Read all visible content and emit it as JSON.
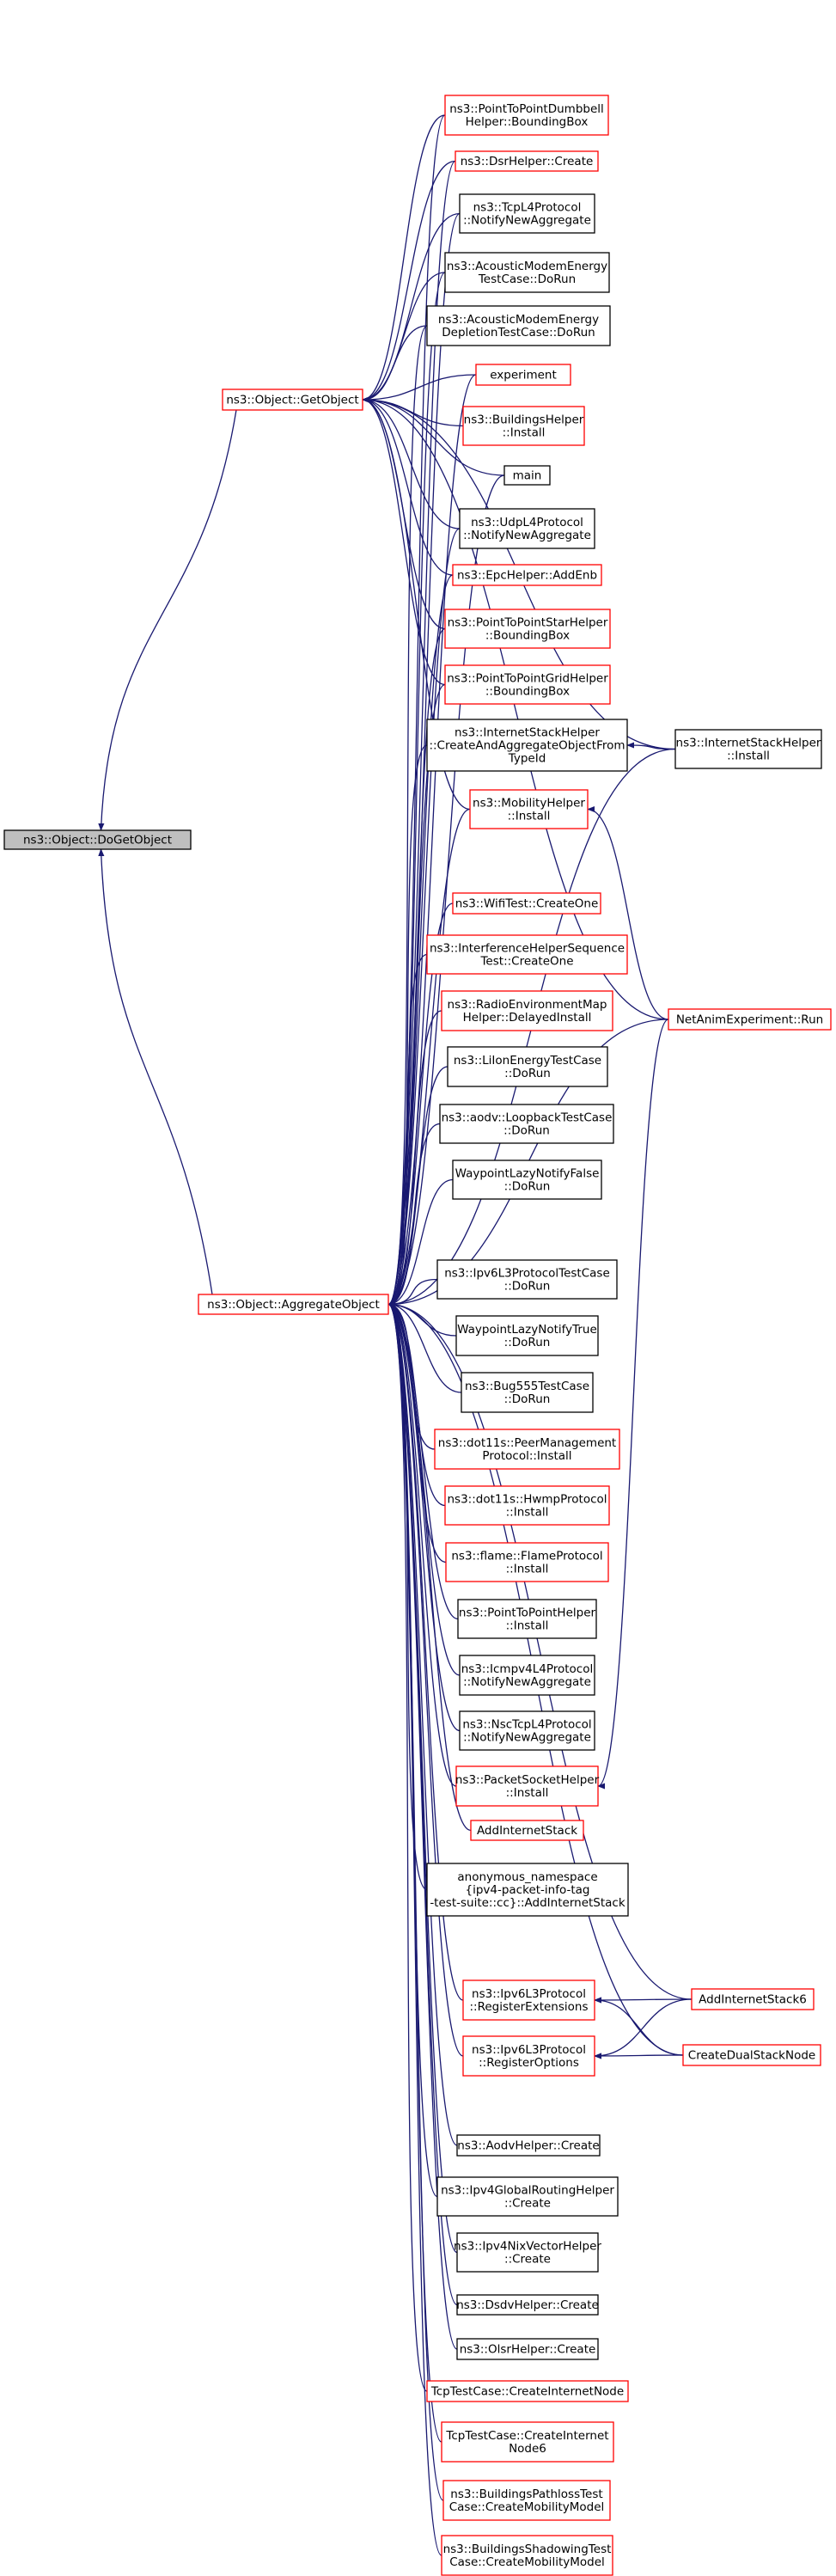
{
  "colors": {
    "edge": "#191970",
    "linked_border": "#ff0000",
    "plain_border": "#000000",
    "focus_fill": "#bfbfbf",
    "background": "#ffffff"
  },
  "nodes": [
    {
      "id": "doget",
      "lines": [
        "ns3::Object::DoGetObject"
      ],
      "style": "focus"
    },
    {
      "id": "getobj",
      "lines": [
        "ns3::Object::GetObject"
      ],
      "style": "red"
    },
    {
      "id": "aggobj",
      "lines": [
        "ns3::Object::AggregateObject"
      ],
      "style": "red"
    },
    {
      "id": "p2pdumbbell",
      "lines": [
        "ns3::PointToPointDumbbell",
        "Helper::BoundingBox"
      ],
      "style": "red"
    },
    {
      "id": "dsrhelper",
      "lines": [
        "ns3::DsrHelper::Create"
      ],
      "style": "red"
    },
    {
      "id": "tcpl4",
      "lines": [
        "ns3::TcpL4Protocol",
        "::NotifyNewAggregate"
      ],
      "style": "black"
    },
    {
      "id": "acousticenergy",
      "lines": [
        "ns3::AcousticModemEnergy",
        "TestCase::DoRun"
      ],
      "style": "black"
    },
    {
      "id": "acousticdepl",
      "lines": [
        "ns3::AcousticModemEnergy",
        "DepletionTestCase::DoRun"
      ],
      "style": "black"
    },
    {
      "id": "experiment",
      "lines": [
        "experiment"
      ],
      "style": "red"
    },
    {
      "id": "buildingshelper",
      "lines": [
        "ns3::BuildingsHelper",
        "::Install"
      ],
      "style": "red"
    },
    {
      "id": "main",
      "lines": [
        "main"
      ],
      "style": "black"
    },
    {
      "id": "udpl4",
      "lines": [
        "ns3::UdpL4Protocol",
        "::NotifyNewAggregate"
      ],
      "style": "black"
    },
    {
      "id": "epchelper",
      "lines": [
        "ns3::EpcHelper::AddEnb"
      ],
      "style": "red"
    },
    {
      "id": "p2pstar",
      "lines": [
        "ns3::PointToPointStarHelper",
        "::BoundingBox"
      ],
      "style": "red"
    },
    {
      "id": "p2pgrid",
      "lines": [
        "ns3::PointToPointGridHelper",
        "::BoundingBox"
      ],
      "style": "red"
    },
    {
      "id": "ishcreate",
      "lines": [
        "ns3::InternetStackHelper",
        "::CreateAndAggregateObjectFrom",
        "TypeId"
      ],
      "style": "black"
    },
    {
      "id": "mobilityinstall",
      "lines": [
        "ns3::MobilityHelper",
        "::Install"
      ],
      "style": "red"
    },
    {
      "id": "wifitest",
      "lines": [
        "ns3::WifiTest::CreateOne"
      ],
      "style": "red"
    },
    {
      "id": "interferenceseq",
      "lines": [
        "ns3::InterferenceHelperSequence",
        "Test::CreateOne"
      ],
      "style": "red"
    },
    {
      "id": "radioenv",
      "lines": [
        "ns3::RadioEnvironmentMap",
        "Helper::DelayedInstall"
      ],
      "style": "red"
    },
    {
      "id": "liion",
      "lines": [
        "ns3::LiIonEnergyTestCase",
        "::DoRun"
      ],
      "style": "black"
    },
    {
      "id": "aodvloop",
      "lines": [
        "ns3::aodv::LoopbackTestCase",
        "::DoRun"
      ],
      "style": "black"
    },
    {
      "id": "waypointfalse",
      "lines": [
        "WaypointLazyNotifyFalse",
        "::DoRun"
      ],
      "style": "black"
    },
    {
      "id": "ipv6l3test",
      "lines": [
        "ns3::Ipv6L3ProtocolTestCase",
        "::DoRun"
      ],
      "style": "black"
    },
    {
      "id": "waypointtrue",
      "lines": [
        "WaypointLazyNotifyTrue",
        "::DoRun"
      ],
      "style": "black"
    },
    {
      "id": "bug555",
      "lines": [
        "ns3::Bug555TestCase",
        "::DoRun"
      ],
      "style": "black"
    },
    {
      "id": "dot11speer",
      "lines": [
        "ns3::dot11s::PeerManagement",
        "Protocol::Install"
      ],
      "style": "red"
    },
    {
      "id": "dot11shwmp",
      "lines": [
        "ns3::dot11s::HwmpProtocol",
        "::Install"
      ],
      "style": "red"
    },
    {
      "id": "flame",
      "lines": [
        "ns3::flame::FlameProtocol",
        "::Install"
      ],
      "style": "red"
    },
    {
      "id": "p2phelper",
      "lines": [
        "ns3::PointToPointHelper",
        "::Install"
      ],
      "style": "black"
    },
    {
      "id": "icmpv4",
      "lines": [
        "ns3::Icmpv4L4Protocol",
        "::NotifyNewAggregate"
      ],
      "style": "black"
    },
    {
      "id": "nsctcp",
      "lines": [
        "ns3::NscTcpL4Protocol",
        "::NotifyNewAggregate"
      ],
      "style": "black"
    },
    {
      "id": "packetsocket",
      "lines": [
        "ns3::PacketSocketHelper",
        "::Install"
      ],
      "style": "red"
    },
    {
      "id": "addinternetstack",
      "lines": [
        "AddInternetStack"
      ],
      "style": "red"
    },
    {
      "id": "anonns",
      "lines": [
        "anonymous_namespace",
        "{ipv4-packet-info-tag",
        "-test-suite::cc}::AddInternetStack"
      ],
      "style": "black"
    },
    {
      "id": "ipv6regext",
      "lines": [
        "ns3::Ipv6L3Protocol",
        "::RegisterExtensions"
      ],
      "style": "red"
    },
    {
      "id": "ipv6regopt",
      "lines": [
        "ns3::Ipv6L3Protocol",
        "::RegisterOptions"
      ],
      "style": "red"
    },
    {
      "id": "aodvhelper",
      "lines": [
        "ns3::AodvHelper::Create"
      ],
      "style": "black"
    },
    {
      "id": "ipv4global",
      "lines": [
        "ns3::Ipv4GlobalRoutingHelper",
        "::Create"
      ],
      "style": "black"
    },
    {
      "id": "ipv4nix",
      "lines": [
        "ns3::Ipv4NixVectorHelper",
        "::Create"
      ],
      "style": "black"
    },
    {
      "id": "dsdvhelper",
      "lines": [
        "ns3::DsdvHelper::Create"
      ],
      "style": "black"
    },
    {
      "id": "olsrhelper",
      "lines": [
        "ns3::OlsrHelper::Create"
      ],
      "style": "black"
    },
    {
      "id": "tcpinternet",
      "lines": [
        "TcpTestCase::CreateInternetNode"
      ],
      "style": "red"
    },
    {
      "id": "tcpinternet6",
      "lines": [
        "TcpTestCase::CreateInternet",
        "Node6"
      ],
      "style": "red"
    },
    {
      "id": "buildingspathloss",
      "lines": [
        "ns3::BuildingsPathlossTest",
        "Case::CreateMobilityModel"
      ],
      "style": "red"
    },
    {
      "id": "buildingsshadow",
      "lines": [
        "ns3::BuildingsShadowingTest",
        "Case::CreateMobilityModel"
      ],
      "style": "red"
    },
    {
      "id": "ishinstall",
      "lines": [
        "ns3::InternetStackHelper",
        "::Install"
      ],
      "style": "black"
    },
    {
      "id": "netanim",
      "lines": [
        "NetAnimExperiment::Run"
      ],
      "style": "red"
    },
    {
      "id": "addinternetstack6",
      "lines": [
        "AddInternetStack6"
      ],
      "style": "red"
    },
    {
      "id": "createdualstack",
      "lines": [
        "CreateDualStackNode"
      ],
      "style": "red"
    }
  ],
  "edges": [
    [
      "getobj",
      "doget"
    ],
    [
      "aggobj",
      "doget"
    ],
    [
      "p2pdumbbell",
      "getobj"
    ],
    [
      "dsrhelper",
      "getobj"
    ],
    [
      "tcpl4",
      "getobj"
    ],
    [
      "acousticenergy",
      "getobj"
    ],
    [
      "acousticdepl",
      "getobj"
    ],
    [
      "experiment",
      "getobj"
    ],
    [
      "buildingshelper",
      "getobj"
    ],
    [
      "main",
      "getobj"
    ],
    [
      "udpl4",
      "getobj"
    ],
    [
      "epchelper",
      "getobj"
    ],
    [
      "p2pstar",
      "getobj"
    ],
    [
      "p2pgrid",
      "getobj"
    ],
    [
      "mobilityinstall",
      "getobj"
    ],
    [
      "ishinstall",
      "getobj"
    ],
    [
      "netanim",
      "getobj"
    ],
    [
      "ishinstall",
      "ishcreate"
    ],
    [
      "netanim",
      "mobilityinstall"
    ],
    [
      "netanim",
      "packetsocket"
    ],
    [
      "addinternetstack6",
      "ipv6regext"
    ],
    [
      "addinternetstack6",
      "ipv6regopt"
    ],
    [
      "createdualstack",
      "ipv6regext"
    ],
    [
      "createdualstack",
      "ipv6regopt"
    ],
    [
      "p2pdumbbell",
      "aggobj"
    ],
    [
      "dsrhelper",
      "aggobj"
    ],
    [
      "tcpl4",
      "aggobj"
    ],
    [
      "acousticenergy",
      "aggobj"
    ],
    [
      "acousticdepl",
      "aggobj"
    ],
    [
      "experiment",
      "aggobj"
    ],
    [
      "main",
      "aggobj"
    ],
    [
      "udpl4",
      "aggobj"
    ],
    [
      "epchelper",
      "aggobj"
    ],
    [
      "p2pstar",
      "aggobj"
    ],
    [
      "p2pgrid",
      "aggobj"
    ],
    [
      "ishcreate",
      "aggobj"
    ],
    [
      "mobilityinstall",
      "aggobj"
    ],
    [
      "ishinstall",
      "aggobj"
    ],
    [
      "netanim",
      "aggobj"
    ],
    [
      "wifitest",
      "aggobj"
    ],
    [
      "interferenceseq",
      "aggobj"
    ],
    [
      "radioenv",
      "aggobj"
    ],
    [
      "liion",
      "aggobj"
    ],
    [
      "aodvloop",
      "aggobj"
    ],
    [
      "waypointfalse",
      "aggobj"
    ],
    [
      "ipv6l3test",
      "aggobj"
    ],
    [
      "waypointtrue",
      "aggobj"
    ],
    [
      "bug555",
      "aggobj"
    ],
    [
      "dot11speer",
      "aggobj"
    ],
    [
      "dot11shwmp",
      "aggobj"
    ],
    [
      "flame",
      "aggobj"
    ],
    [
      "p2phelper",
      "aggobj"
    ],
    [
      "icmpv4",
      "aggobj"
    ],
    [
      "nsctcp",
      "aggobj"
    ],
    [
      "packetsocket",
      "aggobj"
    ],
    [
      "addinternetstack",
      "aggobj"
    ],
    [
      "anonns",
      "aggobj"
    ],
    [
      "addinternetstack6",
      "aggobj"
    ],
    [
      "ipv6regext",
      "aggobj"
    ],
    [
      "ipv6regopt",
      "aggobj"
    ],
    [
      "createdualstack",
      "aggobj"
    ],
    [
      "aodvhelper",
      "aggobj"
    ],
    [
      "ipv4global",
      "aggobj"
    ],
    [
      "ipv4nix",
      "aggobj"
    ],
    [
      "dsdvhelper",
      "aggobj"
    ],
    [
      "olsrhelper",
      "aggobj"
    ],
    [
      "tcpinternet",
      "aggobj"
    ],
    [
      "tcpinternet6",
      "aggobj"
    ],
    [
      "buildingspathloss",
      "aggobj"
    ],
    [
      "buildingsshadow",
      "aggobj"
    ]
  ]
}
